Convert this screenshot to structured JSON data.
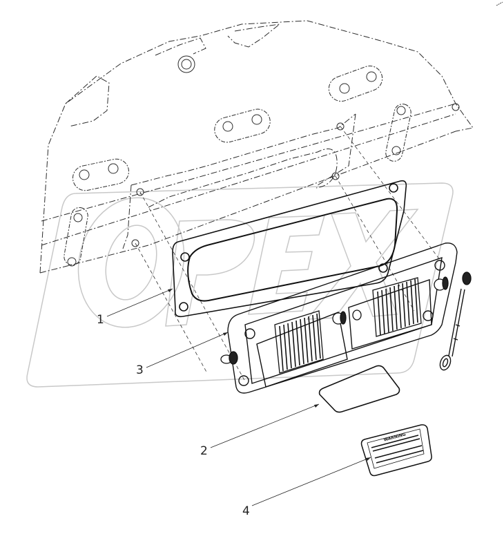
{
  "diagram": {
    "type": "exploded-parts-drawing",
    "watermark": {
      "text": "OPEX",
      "color": "#c8c8c8"
    },
    "colors": {
      "line": "#1a1a1a",
      "phantom": "#2a2a2a",
      "watermark": "#c8c8c8",
      "background": "#ffffff"
    },
    "callouts": [
      {
        "id": "1",
        "label": "1",
        "part": "gasket"
      },
      {
        "id": "2",
        "label": "2",
        "part": "plate"
      },
      {
        "id": "3",
        "label": "3",
        "part": "intake-heater-assembly"
      },
      {
        "id": "4",
        "label": "4",
        "part": "warning-label"
      }
    ],
    "warning_label": {
      "title": "WARNING"
    }
  }
}
